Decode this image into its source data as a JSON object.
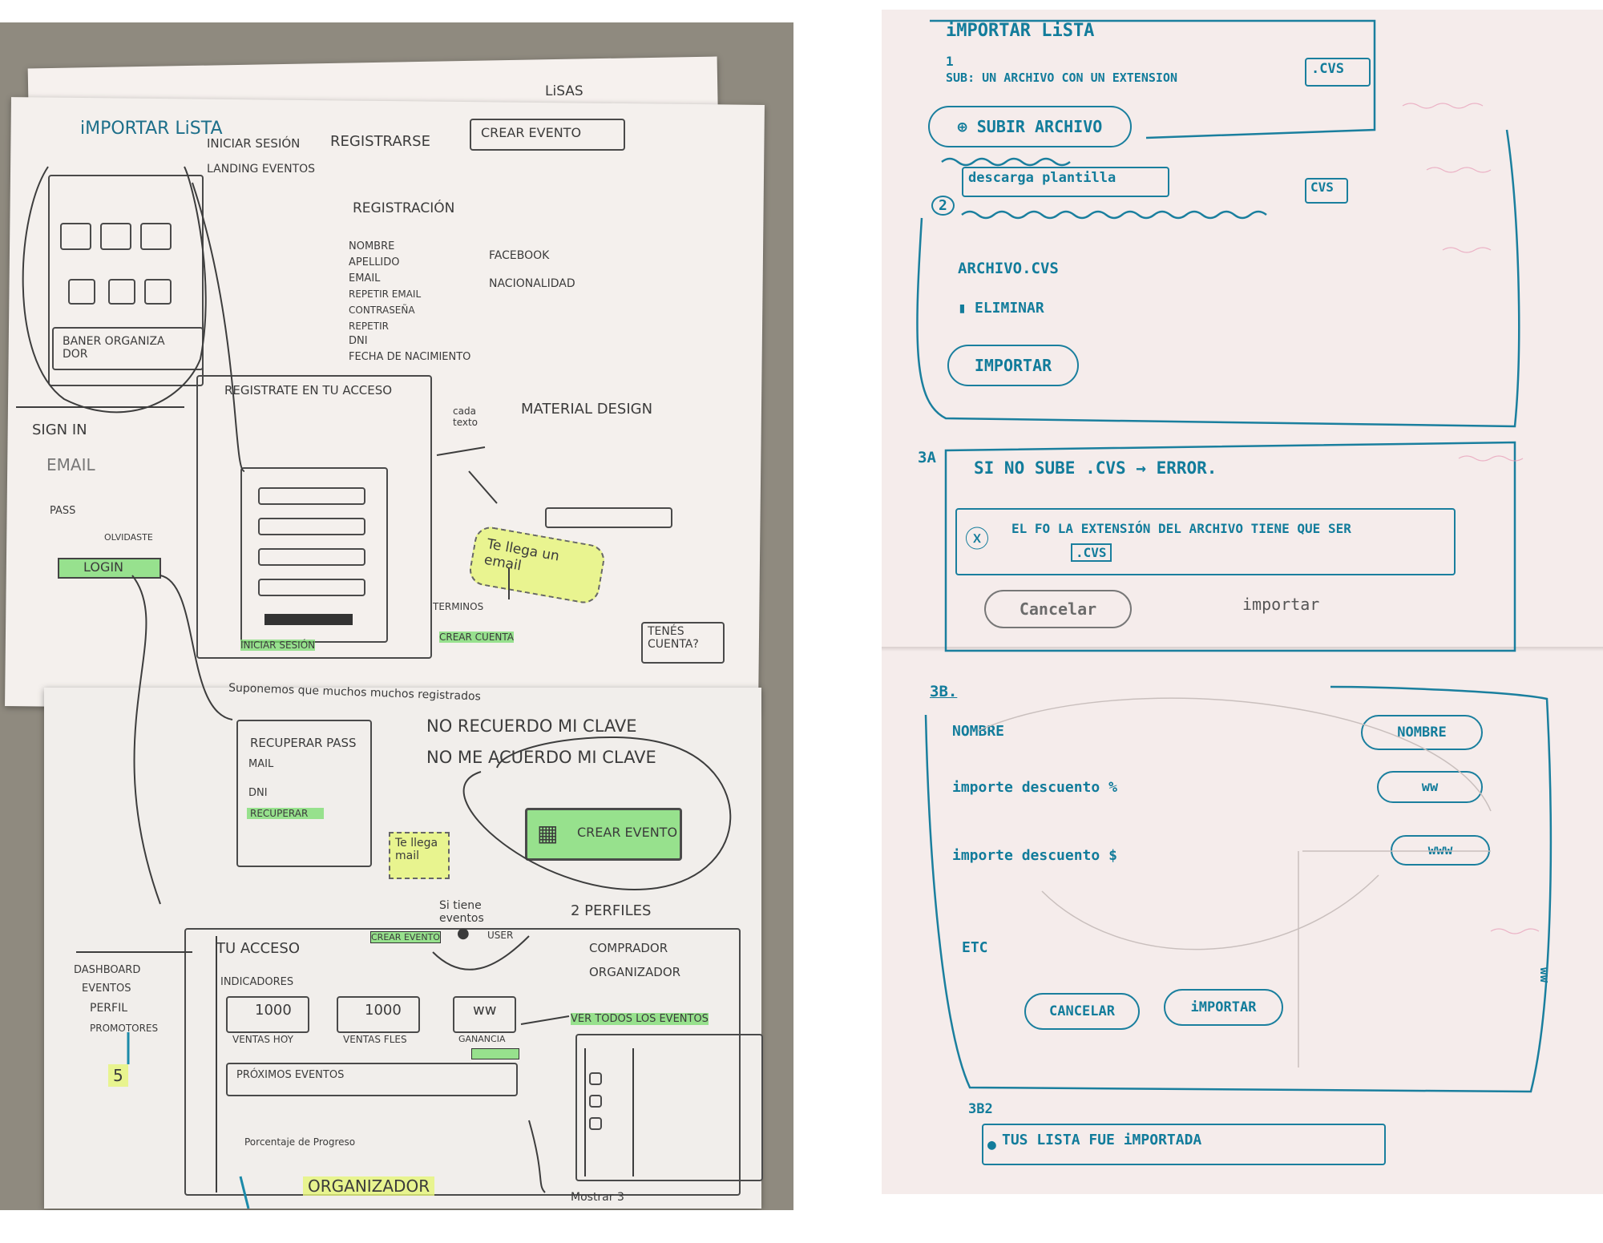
{
  "left_sketch": {
    "top_tabs": {
      "importar_lista": "iMPORTAR LiSTA",
      "listas": "LiSAS",
      "iniciar_sesion": "INICIAR SESIÓN",
      "registrarse": "REGISTRARSE",
      "crear_evento": "CREAR EVENTO"
    },
    "landing": "LANDING EVENTOS",
    "banner": "BANER ORGANIZA DOR",
    "registration": {
      "title": "REGISTRACIÓN",
      "fields": [
        "NOMBRE",
        "APELLIDO",
        "EMAIL",
        "REPETIR EMAIL",
        "CONTRASEÑA",
        "REPETIR",
        "DNI",
        "FECHA DE NACIMIENTO"
      ],
      "options": [
        "FACEBOOK",
        "NACIONALIDAD"
      ]
    },
    "signin": {
      "title": "SIGN IN",
      "email": "EMAIL",
      "pass": "PASS",
      "olvidaste": "OLVIDASTE",
      "login": "LOGIN"
    },
    "register_box": {
      "title": "REGISTRATE EN TU ACCESO",
      "iniciar": "INICIAR SESIÓN",
      "terminos": "TERMINOS",
      "crear_cuenta": "CREAR CUENTA",
      "tenes_cuenta": "TENÉS CUENTA?"
    },
    "material": {
      "label": "MATERIAL DESIGN",
      "cada_texto": "cada texto",
      "te_llega": "Te llega un email"
    },
    "note": "Suponemos que muchos muchos registrados",
    "recover": {
      "title": "RECUPERAR PASS",
      "mail": "MAIL",
      "dni": "DNI",
      "button": "RECUPERAR",
      "te_llega": "Te llega mail"
    },
    "no_recuerdo": [
      "NO RECUERDO MI CLAVE",
      "NO ME ACUERDO MI CLAVE"
    ],
    "crear_evento_btn": "CREAR EVENTO",
    "si_tiene": "Si tiene eventos",
    "perfiles": {
      "title": "2 PERFILES",
      "items": [
        "COMPRADOR",
        "ORGANIZADOR"
      ]
    },
    "dashboard": {
      "title": "TU ACCESO",
      "crear": "CREAR EVENTO",
      "user": "USER",
      "indicadores": "INDICADORES",
      "stats": [
        {
          "value": "1000",
          "label": "VENTAS HOY"
        },
        {
          "value": "1000",
          "label": "VENTAS FLES"
        },
        {
          "value": "ww",
          "label": "GANANCIA"
        }
      ],
      "proximos": "PRÓXIMOS EVENTOS",
      "ver_todos": "VER TODOS LOS EVENTOS",
      "progreso": "Porcentaje de Progreso",
      "mostrar": "Mostrar 3"
    },
    "sidebar": [
      "DASHBOARD",
      "EVENTOS",
      "PERFIL",
      "PROMOTORES"
    ],
    "page_num": "5",
    "organizador": "ORGANIZADOR"
  },
  "right_sketch": {
    "s1": {
      "title": "iMPORTAR LiSTA",
      "num": "1",
      "sub": "SUB: UN ARCHIVO CON UN EXTENSION",
      "ext": ".CVS",
      "subir": "SUBIR ARCHIVO"
    },
    "s2": {
      "num": "2",
      "descarga": "descarga plantilla",
      "cvs": "CVS",
      "archivo": "ARCHIVO.CVS",
      "eliminar": "ELIMINAR",
      "importar": "IMPORTAR"
    },
    "s3a": {
      "num": "3A",
      "title": "SI NO SUBE .CVS → ERROR.",
      "msg": "EL FO LA EXTENSIÓN DEL ARCHIVO TIENE QUE SER",
      "ext": ".CVS",
      "cancelar": "Cancelar",
      "importar": "importar"
    },
    "s3b": {
      "num": "3B.",
      "fields": [
        {
          "label": "NOMBRE",
          "value": "NOMBRE"
        },
        {
          "label": "importe descuento %",
          "value": "ww"
        },
        {
          "label": "importe descuento $",
          "value": "www"
        },
        {
          "label": "ETC",
          "value": ""
        }
      ],
      "cancelar": "CANCELAR",
      "importar": "iMPORTAR",
      "side": "ww"
    },
    "s3b2": {
      "num": "3B2",
      "msg": "TUS LISTA FUE iMPORTADA"
    }
  }
}
